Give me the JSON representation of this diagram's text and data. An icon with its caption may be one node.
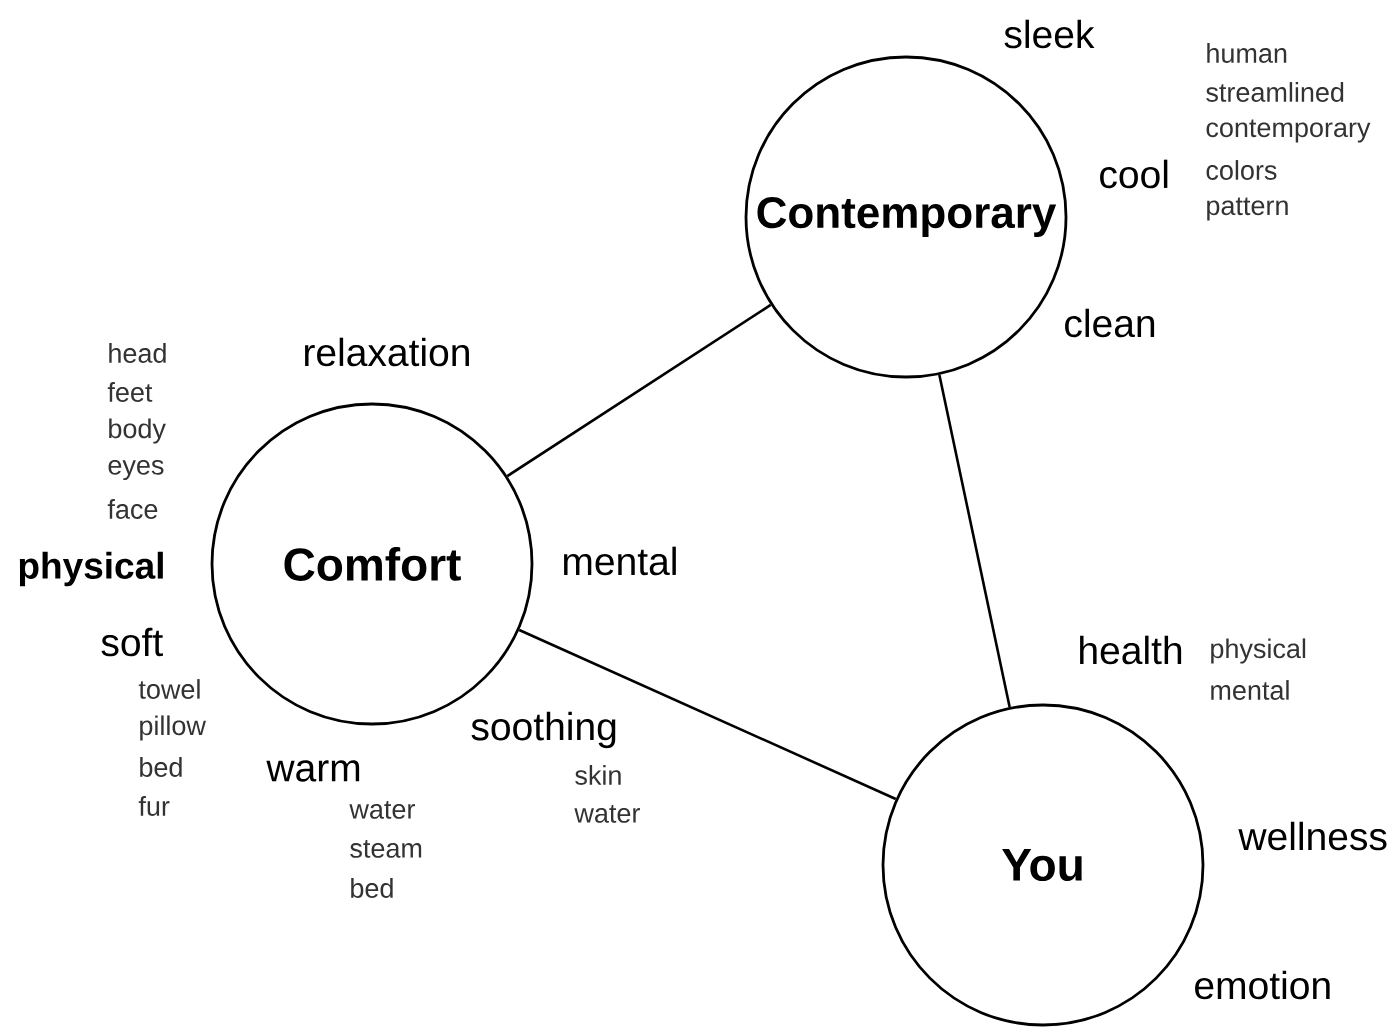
{
  "diagram": {
    "nodes": [
      {
        "text": [
          "Contemporary"
        ]
      },
      {
        "text": [
          "Comfort"
        ]
      },
      {
        "text": [
          "You"
        ]
      }
    ],
    "edges": [
      {
        "from": 1,
        "to": 0,
        "arrow": "none"
      },
      {
        "from": 0,
        "to": 2,
        "arrow": "none"
      },
      {
        "from": 1,
        "to": 2,
        "arrow": "none"
      }
    ],
    "labels": [
      "sleek",
      "human",
      "streamlined",
      "cool",
      "contemporary",
      "colors",
      "pattern",
      "clean",
      "head",
      "relaxation",
      "feet",
      "body",
      "eyes",
      "face",
      "physical",
      "mental",
      "soft",
      "health",
      "physical",
      "towel",
      "mental",
      "pillow",
      "soothing",
      "bed",
      "warm",
      "skin",
      "fur",
      "water",
      "water",
      "wellness",
      "steam",
      "bed",
      "emotion"
    ]
  }
}
